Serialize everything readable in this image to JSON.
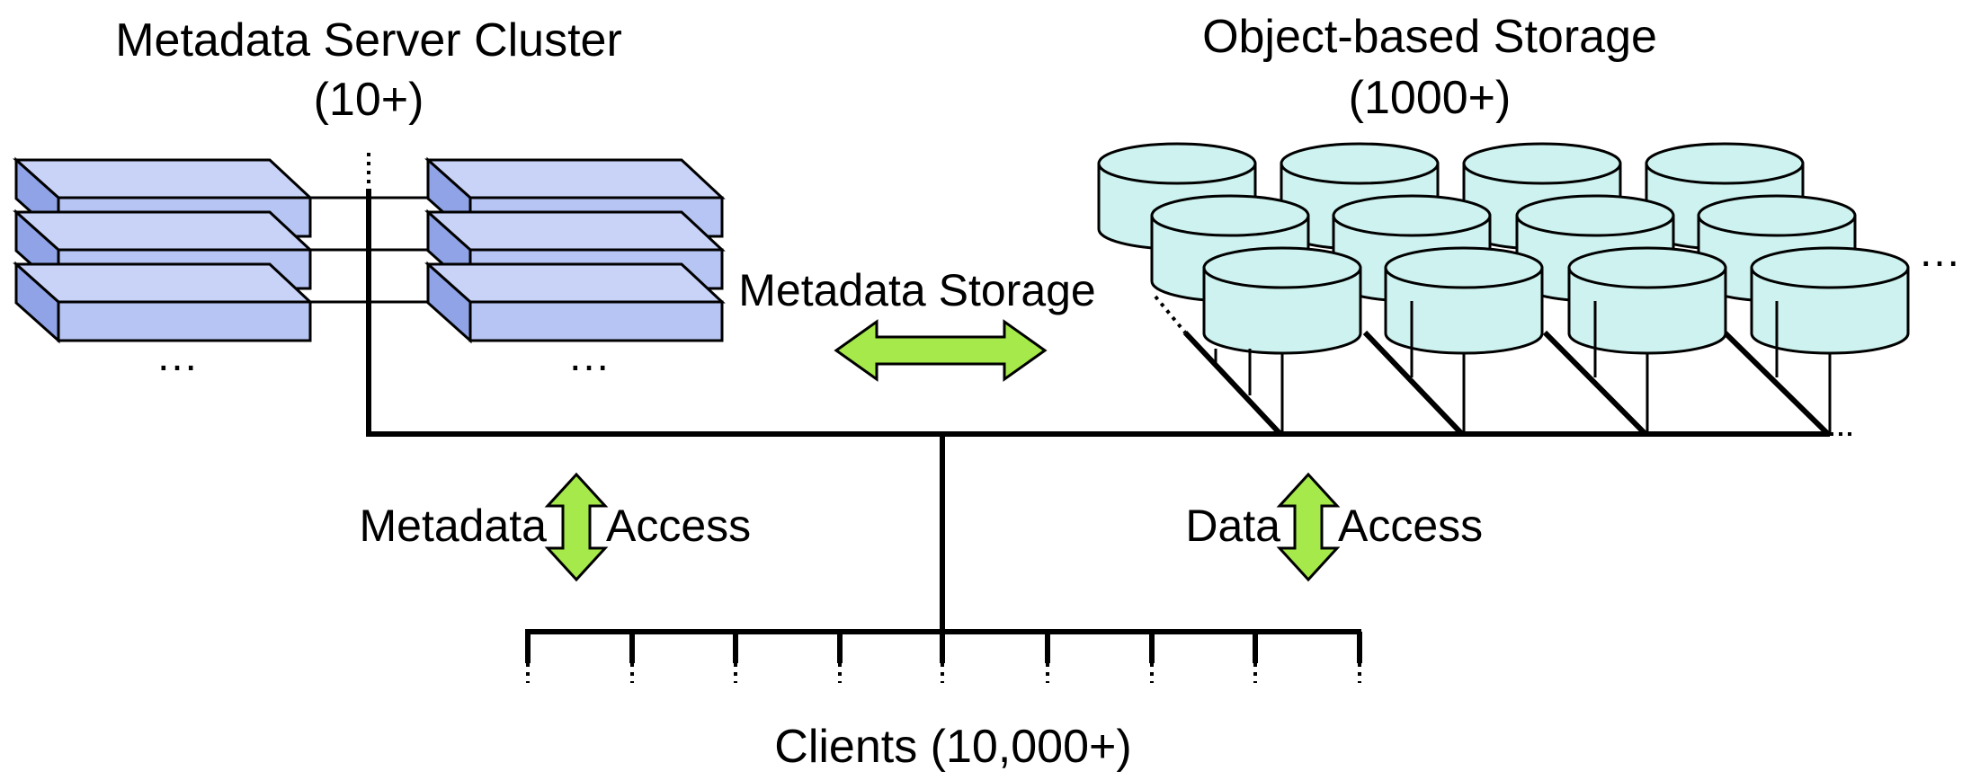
{
  "titles": {
    "mds_title": "Metadata Server Cluster",
    "mds_count": "(10+)",
    "osd_title": "Object-based Storage",
    "osd_count": "(1000+)"
  },
  "labels": {
    "metadata_storage": "Metadata Storage",
    "metadata": "Metadata",
    "access_left": "Access",
    "data": "Data",
    "access_right": "Access",
    "clients": "Clients (10,000+)"
  },
  "ellipsis": "…",
  "colors": {
    "server_fill": "#b6c5f3",
    "disk_fill": "#cdf2ef",
    "arrow_fill": "#a6e94b",
    "line": "#000000"
  }
}
